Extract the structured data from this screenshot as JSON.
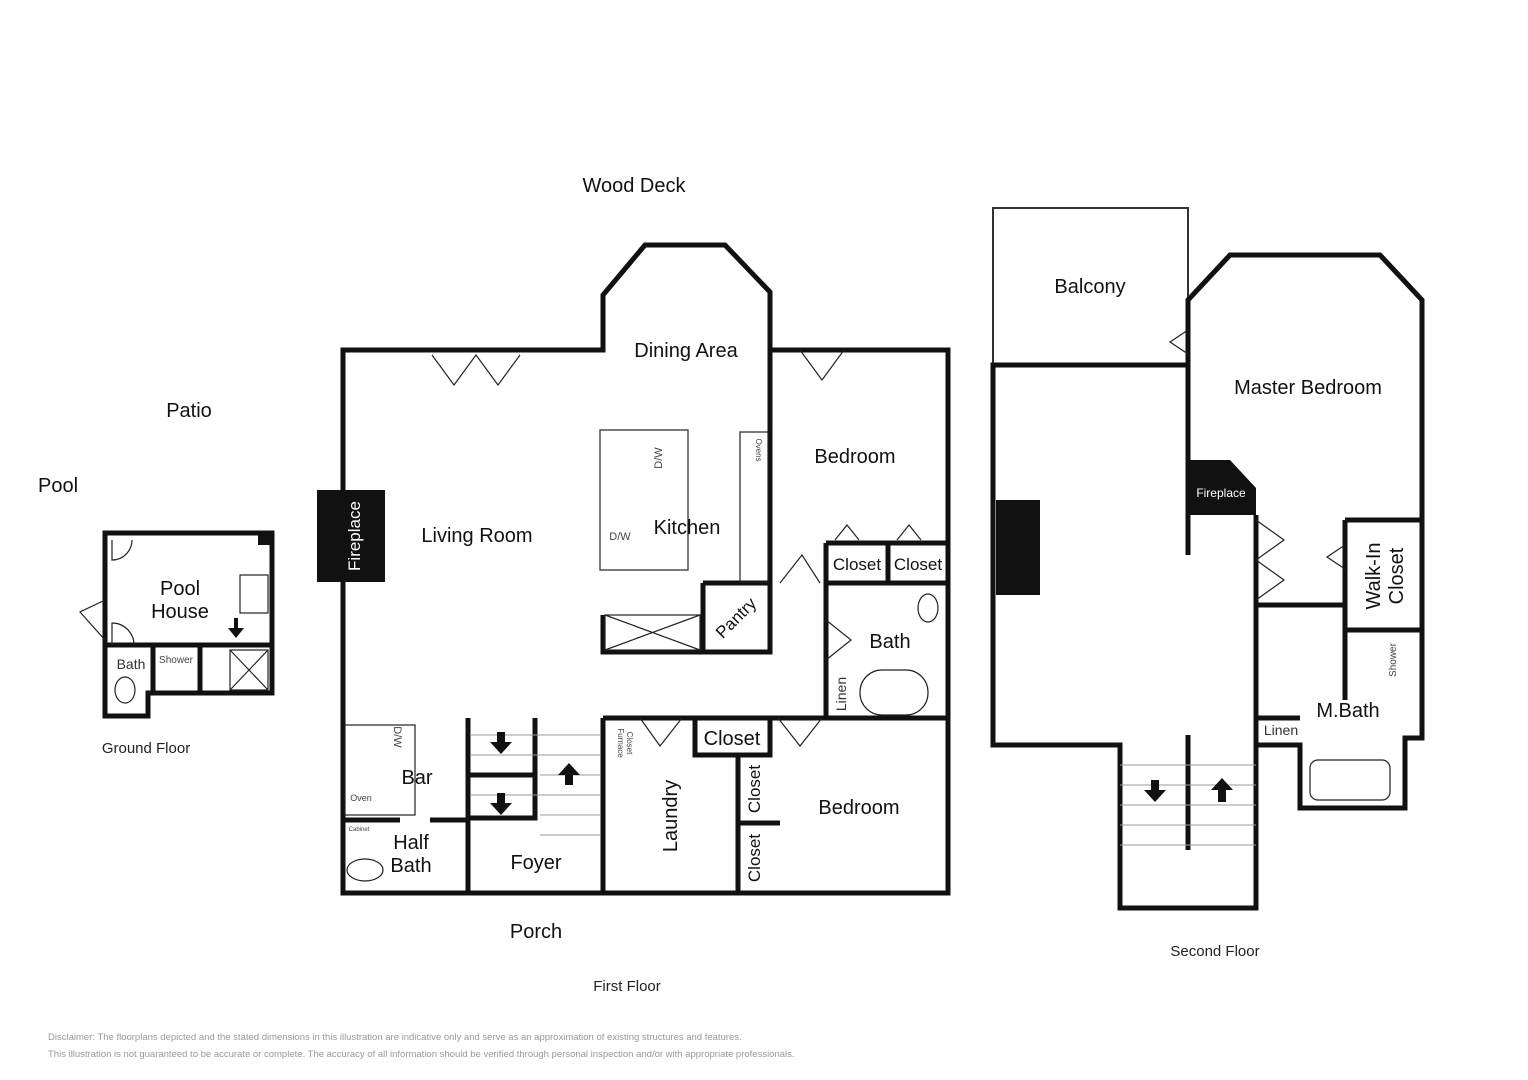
{
  "outside": {
    "wood_deck": "Wood Deck",
    "patio": "Patio",
    "pool": "Pool",
    "porch": "Porch"
  },
  "ground_floor": {
    "title": "Ground Floor",
    "pool_house_1": "Pool",
    "pool_house_2": "House",
    "bath": "Bath",
    "shower": "Shower"
  },
  "first_floor": {
    "title": "First Floor",
    "dining": "Dining Area",
    "living": "Living Room",
    "fireplace": "Fireplace",
    "kitchen": "Kitchen",
    "dw1": "D/W",
    "dw2": "D/W",
    "dw3": "D/W",
    "ovens": "Ovens",
    "pantry": "Pantry",
    "bedroom1": "Bedroom",
    "closet1": "Closet",
    "closet2": "Closet",
    "bath": "Bath",
    "linen": "Linen",
    "bar": "Bar",
    "oven": "Oven",
    "cabinet": "Cabinet",
    "half_bath_1": "Half",
    "half_bath_2": "Bath",
    "foyer": "Foyer",
    "furnace_1": "Furnace",
    "furnace_2": "Closet",
    "laundry": "Laundry",
    "closet3": "Closet",
    "closet4": "Closet",
    "closet5": "Closet",
    "bedroom2": "Bedroom"
  },
  "second_floor": {
    "title": "Second Floor",
    "balcony": "Balcony",
    "master": "Master Bedroom",
    "fireplace": "Fireplace",
    "walkin_1": "Walk-In",
    "walkin_2": "Closet",
    "shower": "Shower",
    "mbath": "M.Bath",
    "linen": "Linen"
  },
  "disclaimer": {
    "line1": "Disclaimer: The floorplans depicted and the stated dimensions in this illustration are indicative only and serve as an approximation of existing structures and features.",
    "line2": "This illustration is not guaranteed to be accurate or complete. The accuracy of all information should be verified through personal inspection and/or with appropriate professionals."
  }
}
